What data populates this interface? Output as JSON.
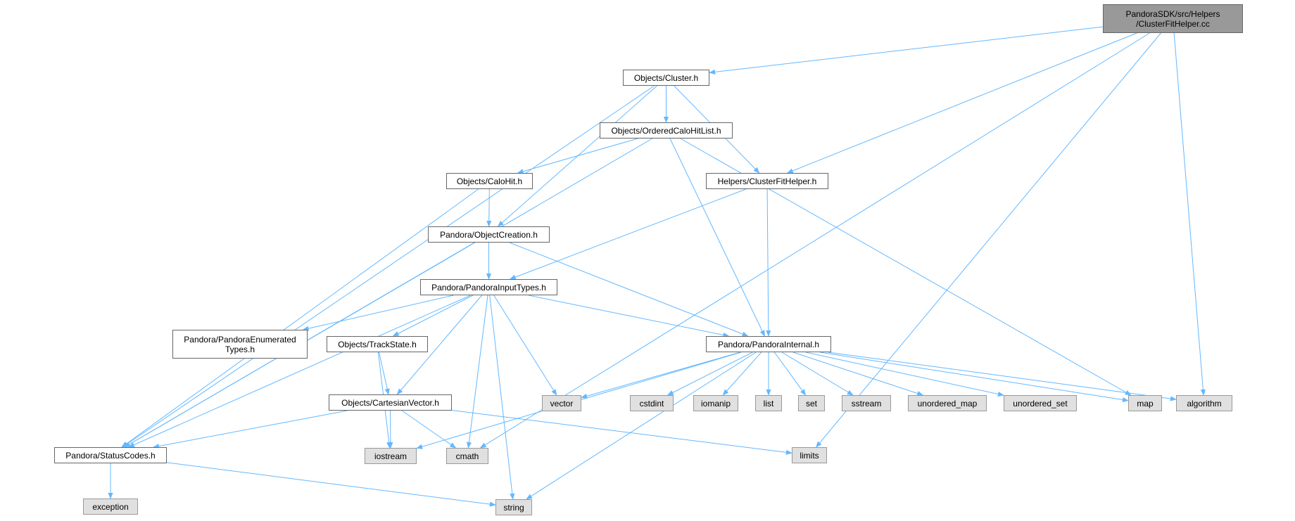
{
  "colors": {
    "edge": "#63b8ff",
    "root_fill": "#999999",
    "system_fill": "#e0e0e0",
    "local_fill": "#ffffff",
    "border": "#666666"
  },
  "nodes": {
    "clusterfithelper_cc": {
      "lines": [
        "PandoraSDK/src/Helpers",
        "/ClusterFitHelper.cc"
      ],
      "kind": "root"
    },
    "cluster_h": {
      "lines": [
        "Objects/Cluster.h"
      ],
      "kind": "local"
    },
    "orderedcalohitlist_h": {
      "lines": [
        "Objects/OrderedCaloHitList.h"
      ],
      "kind": "local"
    },
    "calohit_h": {
      "lines": [
        "Objects/CaloHit.h"
      ],
      "kind": "local"
    },
    "helpers_clusterfithelper_h": {
      "lines": [
        "Helpers/ClusterFitHelper.h"
      ],
      "kind": "local"
    },
    "objectcreation_h": {
      "lines": [
        "Pandora/ObjectCreation.h"
      ],
      "kind": "local"
    },
    "pandorainputtypes_h": {
      "lines": [
        "Pandora/PandoraInputTypes.h"
      ],
      "kind": "local"
    },
    "pandoraenumeratedtypes_h": {
      "lines": [
        "Pandora/PandoraEnumerated",
        "Types.h"
      ],
      "kind": "local"
    },
    "trackstate_h": {
      "lines": [
        "Objects/TrackState.h"
      ],
      "kind": "local"
    },
    "pandorainternal_h": {
      "lines": [
        "Pandora/PandoraInternal.h"
      ],
      "kind": "local"
    },
    "cartesianvector_h": {
      "lines": [
        "Objects/CartesianVector.h"
      ],
      "kind": "local"
    },
    "statuscodes_h": {
      "lines": [
        "Pandora/StatusCodes.h"
      ],
      "kind": "local"
    },
    "exception": {
      "lines": [
        "exception"
      ],
      "kind": "system"
    },
    "string": {
      "lines": [
        "string"
      ],
      "kind": "system"
    },
    "iostream": {
      "lines": [
        "iostream"
      ],
      "kind": "system"
    },
    "cmath": {
      "lines": [
        "cmath"
      ],
      "kind": "system"
    },
    "limits": {
      "lines": [
        "limits"
      ],
      "kind": "system"
    },
    "vector": {
      "lines": [
        "vector"
      ],
      "kind": "system"
    },
    "cstdint": {
      "lines": [
        "cstdint"
      ],
      "kind": "system"
    },
    "iomanip": {
      "lines": [
        "iomanip"
      ],
      "kind": "system"
    },
    "list": {
      "lines": [
        "list"
      ],
      "kind": "system"
    },
    "set": {
      "lines": [
        "set"
      ],
      "kind": "system"
    },
    "sstream": {
      "lines": [
        "sstream"
      ],
      "kind": "system"
    },
    "unordered_map": {
      "lines": [
        "unordered_map"
      ],
      "kind": "system"
    },
    "unordered_set": {
      "lines": [
        "unordered_set"
      ],
      "kind": "system"
    },
    "map": {
      "lines": [
        "map"
      ],
      "kind": "system"
    },
    "algorithm": {
      "lines": [
        "algorithm"
      ],
      "kind": "system"
    }
  },
  "edges": [
    [
      "clusterfithelper_cc",
      "cluster_h"
    ],
    [
      "clusterfithelper_cc",
      "helpers_clusterfithelper_h"
    ],
    [
      "clusterfithelper_cc",
      "algorithm"
    ],
    [
      "clusterfithelper_cc",
      "cmath"
    ],
    [
      "clusterfithelper_cc",
      "limits"
    ],
    [
      "cluster_h",
      "orderedcalohitlist_h"
    ],
    [
      "cluster_h",
      "helpers_clusterfithelper_h"
    ],
    [
      "cluster_h",
      "objectcreation_h"
    ],
    [
      "cluster_h",
      "statuscodes_h"
    ],
    [
      "orderedcalohitlist_h",
      "calohit_h"
    ],
    [
      "orderedcalohitlist_h",
      "pandorainternal_h"
    ],
    [
      "orderedcalohitlist_h",
      "statuscodes_h"
    ],
    [
      "orderedcalohitlist_h",
      "map"
    ],
    [
      "calohit_h",
      "objectcreation_h"
    ],
    [
      "calohit_h",
      "statuscodes_h"
    ],
    [
      "helpers_clusterfithelper_h",
      "pandorainputtypes_h"
    ],
    [
      "helpers_clusterfithelper_h",
      "pandorainternal_h"
    ],
    [
      "objectcreation_h",
      "pandorainputtypes_h"
    ],
    [
      "objectcreation_h",
      "pandorainternal_h"
    ],
    [
      "objectcreation_h",
      "statuscodes_h"
    ],
    [
      "pandorainputtypes_h",
      "pandoraenumeratedtypes_h"
    ],
    [
      "pandorainputtypes_h",
      "trackstate_h"
    ],
    [
      "pandorainputtypes_h",
      "cartesianvector_h"
    ],
    [
      "pandorainputtypes_h",
      "pandorainternal_h"
    ],
    [
      "pandorainputtypes_h",
      "statuscodes_h"
    ],
    [
      "pandorainputtypes_h",
      "cmath"
    ],
    [
      "pandorainputtypes_h",
      "string"
    ],
    [
      "pandorainputtypes_h",
      "vector"
    ],
    [
      "trackstate_h",
      "cartesianvector_h"
    ],
    [
      "trackstate_h",
      "iostream"
    ],
    [
      "cartesianvector_h",
      "statuscodes_h"
    ],
    [
      "cartesianvector_h",
      "iostream"
    ],
    [
      "cartesianvector_h",
      "cmath"
    ],
    [
      "cartesianvector_h",
      "limits"
    ],
    [
      "pandorainternal_h",
      "vector"
    ],
    [
      "pandorainternal_h",
      "iostream"
    ],
    [
      "pandorainternal_h",
      "cstdint"
    ],
    [
      "pandorainternal_h",
      "iomanip"
    ],
    [
      "pandorainternal_h",
      "list"
    ],
    [
      "pandorainternal_h",
      "set"
    ],
    [
      "pandorainternal_h",
      "sstream"
    ],
    [
      "pandorainternal_h",
      "unordered_map"
    ],
    [
      "pandorainternal_h",
      "unordered_set"
    ],
    [
      "pandorainternal_h",
      "map"
    ],
    [
      "pandorainternal_h",
      "algorithm"
    ],
    [
      "pandorainternal_h",
      "string"
    ],
    [
      "statuscodes_h",
      "exception"
    ],
    [
      "statuscodes_h",
      "string"
    ]
  ]
}
